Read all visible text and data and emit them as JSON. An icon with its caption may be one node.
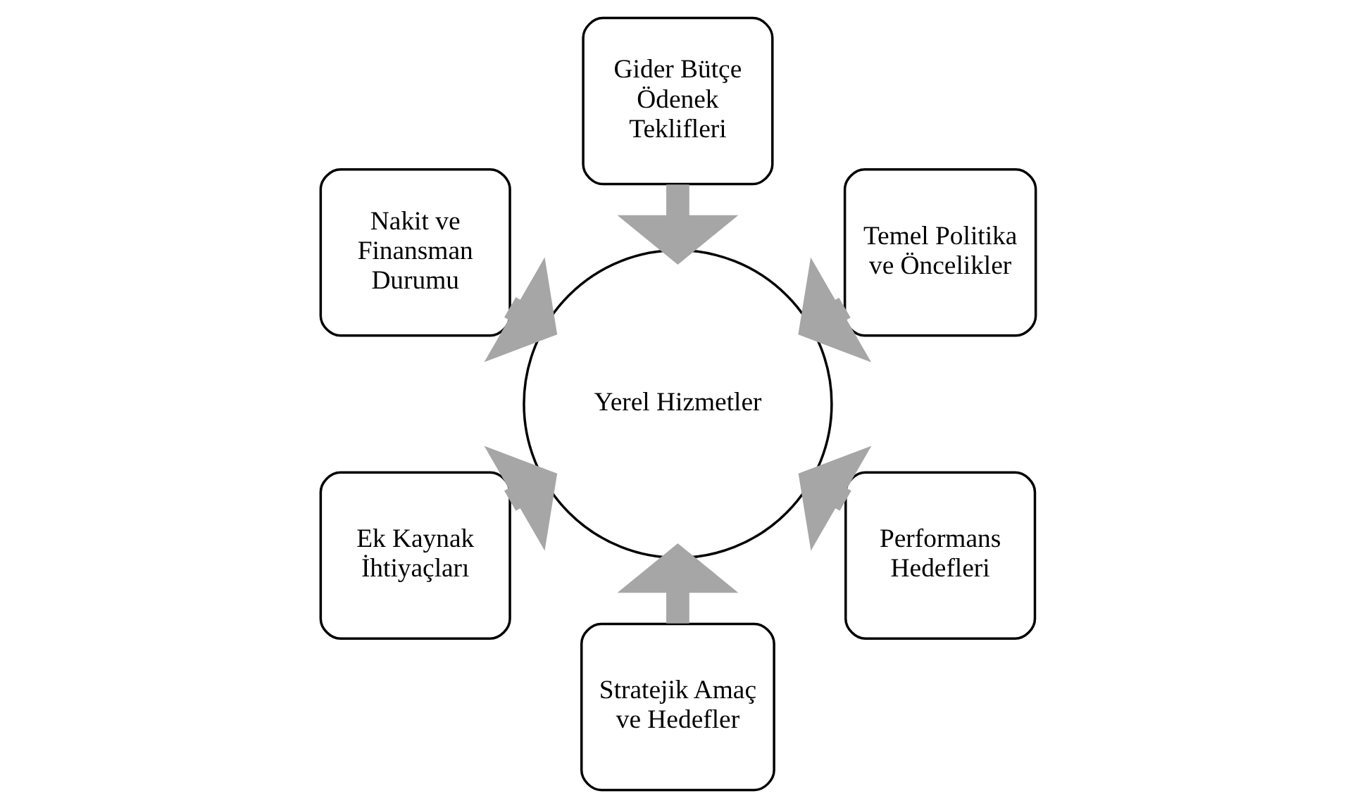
{
  "diagram": {
    "nodes": [
      {
        "text": [
          "Temel Politika ve Öncelikler"
        ]
      },
      {
        "text": [
          "Gider Bütçe Ödenek Teklifleri"
        ]
      },
      {
        "text": [
          "Nakit ve Finansman Durumu"
        ]
      },
      {
        "text": [
          "Ek Kaynak İhtiyaçları"
        ]
      },
      {
        "text": [
          "Stratejik Amaç ve Hedefler"
        ]
      },
      {
        "text": [
          "Yerel Hizmetler"
        ]
      },
      {
        "text": [
          "Performans Hedefleri"
        ]
      }
    ],
    "edges": [
      {
        "from": 0,
        "to": 5,
        "arrow": "to"
      },
      {
        "from": 1,
        "to": 5,
        "arrow": "to"
      },
      {
        "from": 2,
        "to": 5,
        "arrow": "to"
      },
      {
        "from": 3,
        "to": 5,
        "arrow": "to"
      },
      {
        "from": 4,
        "to": 5,
        "arrow": "to"
      },
      {
        "from": 6,
        "to": 5,
        "arrow": "to"
      }
    ]
  }
}
